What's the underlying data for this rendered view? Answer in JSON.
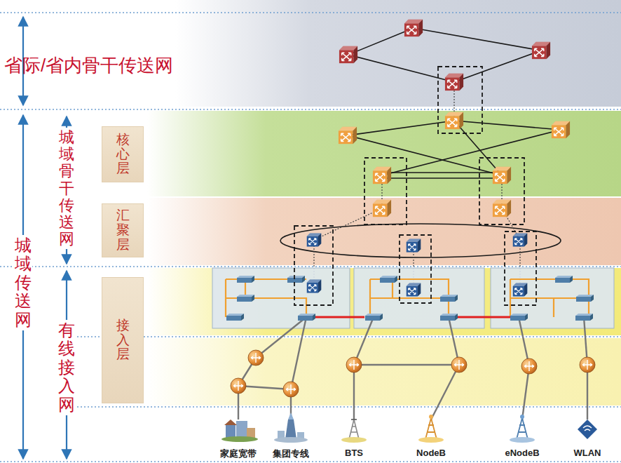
{
  "diagram": {
    "nodes": [
      {
        "text": [
          "核心层"
        ]
      },
      {
        "text": [
          "汇聚层"
        ]
      },
      {
        "text": [
          "接入层"
        ]
      }
    ],
    "labels": [
      "省际/省内骨干传送网",
      "城域传送网",
      "城域骨干传送网",
      "有线接入网",
      "家庭宽带",
      "集团专线",
      "BTS",
      "NodeB",
      "eNodeB",
      "WLAN"
    ]
  }
}
